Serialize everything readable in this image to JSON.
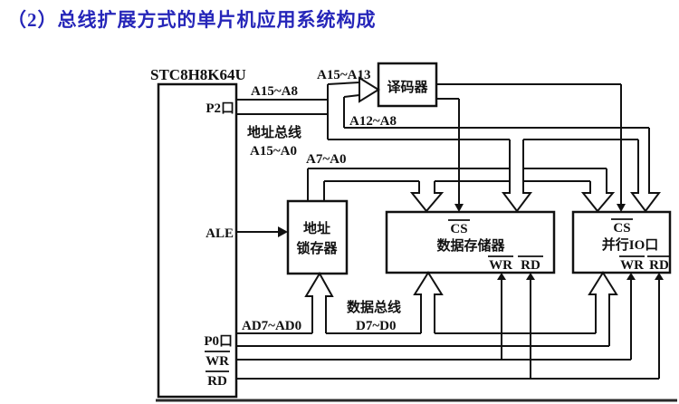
{
  "title": "（2）总线扩展方式的单片机应用系统构成",
  "colors": {
    "title": "#2626b9",
    "ink": "#111111",
    "bg": "#ffffff"
  },
  "mcu": {
    "name": "STC8H8K64U",
    "pin_p2": "P2口",
    "pin_ale": "ALE",
    "pin_p0": "P0口",
    "pin_wr": "WR",
    "pin_rd": "RD"
  },
  "decoder": {
    "label": "译码器"
  },
  "latch": {
    "line1": "地址",
    "line2": "锁存器"
  },
  "memory": {
    "cs": "CS",
    "label": "数据存储器",
    "wr": "WR",
    "rd": "RD"
  },
  "io": {
    "cs": "CS",
    "label": "并行IO口",
    "wr": "WR",
    "rd": "RD"
  },
  "buses": {
    "a15_a13": "A15~A13",
    "a15_a8": "A15~A8",
    "a12_a8": "A12~A8",
    "addr_bus": "地址总线",
    "a15_a0": "A15~A0",
    "a7_a0": "A7~A0",
    "ad7_ad0": "AD7~AD0",
    "data_bus": "数据总线",
    "d7_d0": "D7~D0"
  }
}
